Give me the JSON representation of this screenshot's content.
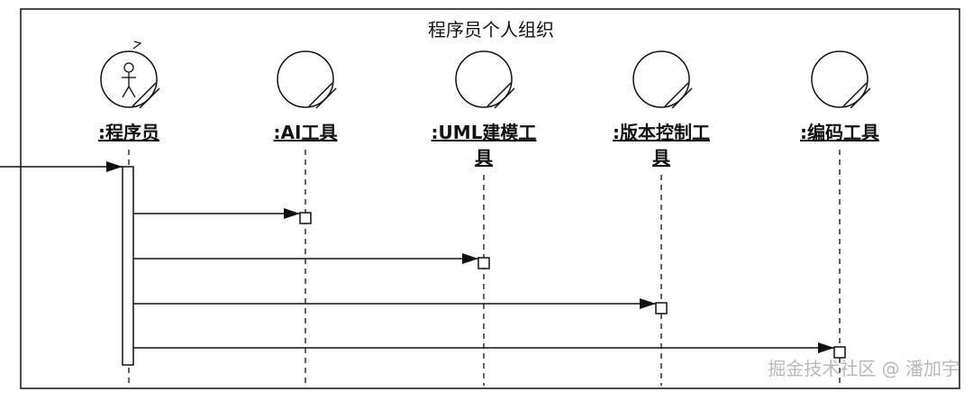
{
  "diagram": {
    "frame_title": "程序员个人组织",
    "lifelines": [
      {
        "id": "programmer",
        "label_lines": [
          ":程序员"
        ],
        "type": "actor"
      },
      {
        "id": "ai",
        "label_lines": [
          ":AI工具"
        ],
        "type": "entity"
      },
      {
        "id": "uml",
        "label_lines": [
          ":UML建模工",
          "具"
        ],
        "type": "entity"
      },
      {
        "id": "vcs",
        "label_lines": [
          ":版本控制工",
          "具"
        ],
        "type": "entity"
      },
      {
        "id": "coding",
        "label_lines": [
          ":编码工具"
        ],
        "type": "entity"
      }
    ],
    "messages": [
      {
        "from": "external",
        "to": "programmer"
      },
      {
        "from": "programmer",
        "to": "ai"
      },
      {
        "from": "programmer",
        "to": "uml"
      },
      {
        "from": "programmer",
        "to": "vcs"
      },
      {
        "from": "programmer",
        "to": "coding"
      }
    ],
    "colors": {
      "line": "#111111",
      "watermark": "#b8b8b8",
      "background": "#ffffff"
    }
  },
  "watermark": "掘金技术社区 @ 潘加宇"
}
